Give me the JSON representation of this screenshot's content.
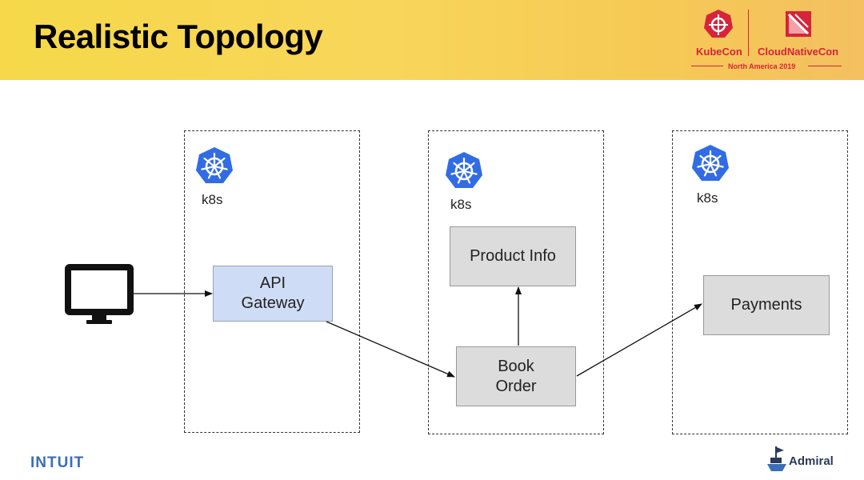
{
  "slide": {
    "title": "Realistic Topology"
  },
  "logos": {
    "kubecon": "KubeCon",
    "cloudnativecon": "CloudNativeCon",
    "event": "North America 2019",
    "intuit": "INTUIT",
    "admiral": "Admiral"
  },
  "clusters": [
    {
      "label": "k8s"
    },
    {
      "label": "k8s"
    },
    {
      "label": "k8s"
    }
  ],
  "services": {
    "api_gateway": "API\nGateway",
    "product_info": "Product Info",
    "book_order": "Book\nOrder",
    "payments": "Payments"
  },
  "colors": {
    "header": "#f6d84a",
    "gateway_fill": "#cfdcf6",
    "service_fill": "#dcdcdc",
    "k8s_blue": "#326ce5",
    "brand_red": "#d6243a",
    "intuit_blue": "#3a6fb5"
  },
  "icons": {
    "client": "desktop-monitor-icon",
    "cluster": "kubernetes-helm-icon"
  }
}
